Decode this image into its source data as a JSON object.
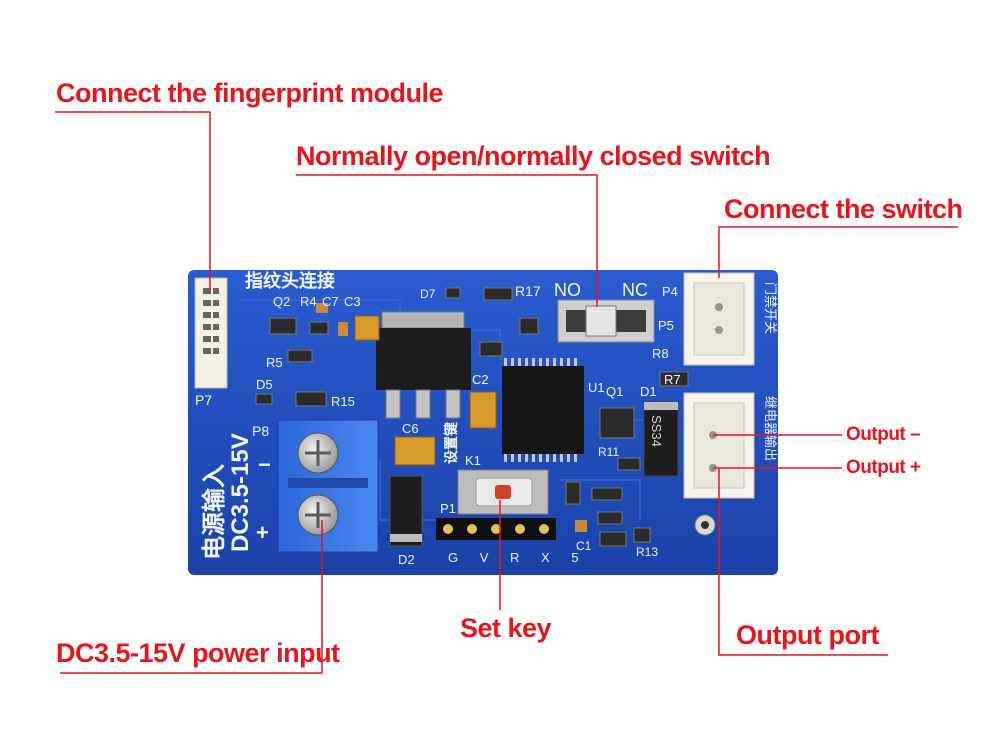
{
  "callouts": {
    "fingerprint": "Connect the fingerprint module",
    "no_nc_switch": "Normally open/normally closed switch",
    "switch": "Connect the switch",
    "output_minus": "Output –",
    "output_plus": "Output +",
    "power_input": "DC3.5-15V power input",
    "set_key": "Set key",
    "output_port": "Output port"
  },
  "board_silkscreen": {
    "fingerprint_header": "指纹头连接",
    "p7": "P7",
    "q2": "Q2",
    "r4": "R4",
    "c7": "C7",
    "c3": "C3",
    "r5": "R5",
    "d5": "D5",
    "r15": "R15",
    "d7": "D7",
    "r17": "R17",
    "no": "NO",
    "nc": "NC",
    "p4": "P4",
    "p5": "P5",
    "r8": "R8",
    "r7": "R7",
    "d1": "D1",
    "q1": "Q1",
    "u1": "U1",
    "c2": "C2",
    "c6": "C6",
    "k1": "K1",
    "set_key_cn": "设置键",
    "p1": "P1",
    "r11": "R11",
    "c1": "C1",
    "r13": "R13",
    "d2": "D2",
    "p8": "P8",
    "power_cn": "电源输入",
    "voltage": "DC3.5-15V",
    "minus": "−",
    "plus": "+",
    "ss34": "SS34",
    "pins": "G V R X 5",
    "switch_conn_cn": "门禁开关",
    "output_cn": "继电器输出"
  },
  "colors": {
    "callout_red": "#e8141b",
    "pcb_blue": "#1f4dbf",
    "terminal_blue": "#2f6fe0"
  }
}
